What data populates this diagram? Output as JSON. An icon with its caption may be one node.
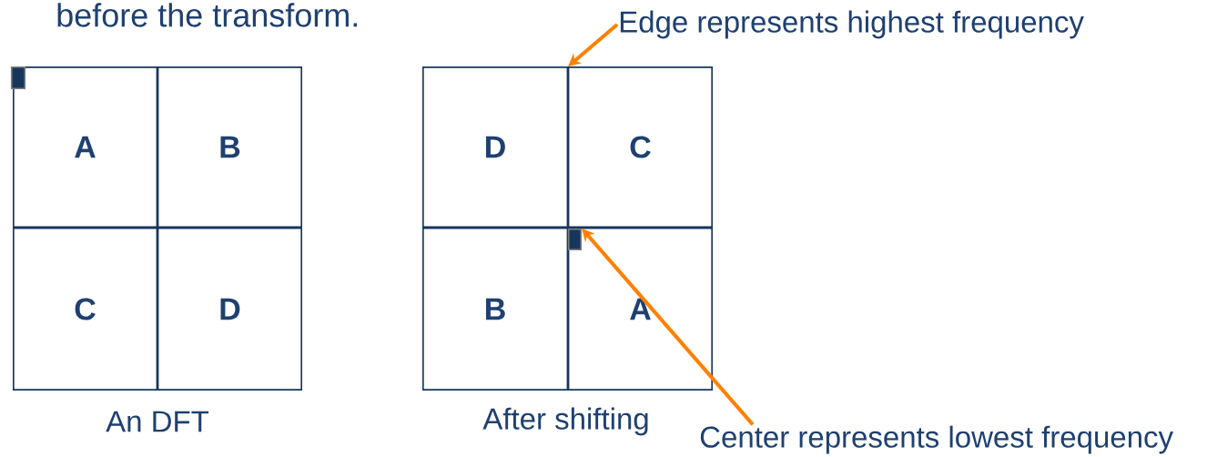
{
  "diagram": {
    "nodes": [
      {
        "text": [],
        "shape": "box"
      },
      {
        "text": [
          "A"
        ],
        "in": 0
      },
      {
        "text": [
          "B"
        ],
        "in": 0
      },
      {
        "text": [
          "C"
        ],
        "in": 0
      },
      {
        "text": [
          "D"
        ],
        "in": 0
      },
      {
        "text": [],
        "shape": "box"
      },
      {
        "text": [
          "D"
        ],
        "in": 5
      },
      {
        "text": [
          "C"
        ],
        "in": 5
      },
      {
        "text": [
          "B"
        ],
        "in": 5
      },
      {
        "text": [
          "A"
        ],
        "in": 5
      },
      {
        "text": [],
        "shape": "box",
        "in": 1
      },
      {
        "text": [],
        "shape": "box",
        "in": 9
      },
      {
        "text": [
          "Edge represents highest frequency"
        ]
      },
      {
        "text": [
          "Center represents lowest frequency"
        ]
      }
    ],
    "edges": [
      {
        "from": 12,
        "to": 7,
        "arrow": "to"
      },
      {
        "from": 13,
        "to": 11,
        "arrow": "to"
      }
    ],
    "labels": [
      "before the transform.",
      "An DFT",
      "After shifting"
    ]
  }
}
